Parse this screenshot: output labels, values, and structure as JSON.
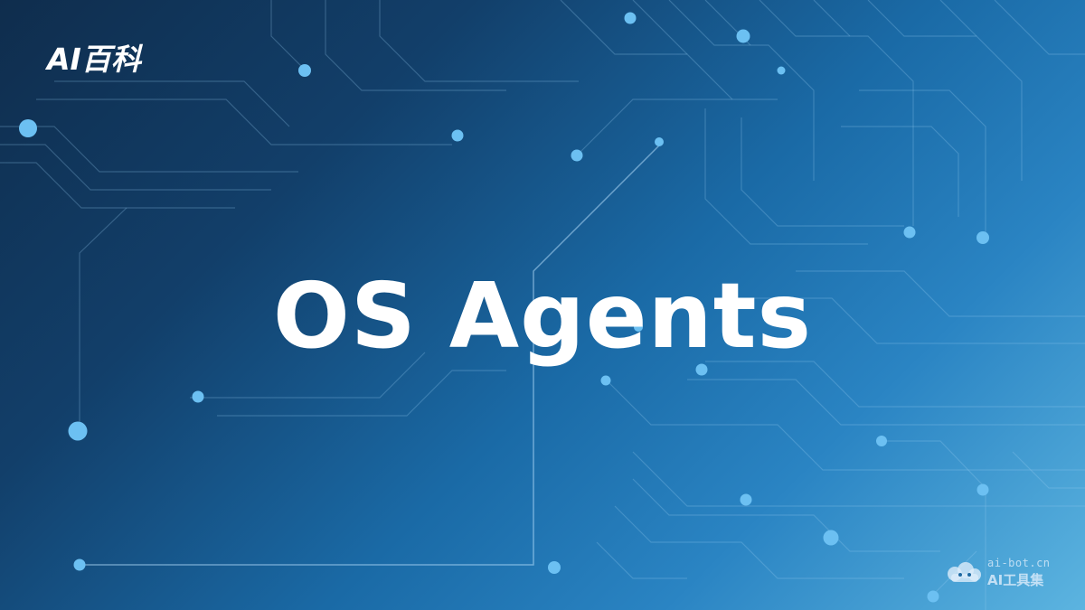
{
  "brand": {
    "logo_text": "AI百科"
  },
  "hero": {
    "title": "OS Agents"
  },
  "watermark": {
    "url": "ai-bot.cn",
    "name": "AI工具集"
  },
  "colors": {
    "bg_dark": "#0f2d4d",
    "bg_mid": "#1a6aa6",
    "bg_light": "#5cb4e0",
    "accent_dot": "#6cc0f2",
    "text": "#ffffff"
  },
  "icons": {
    "watermark": "cloud-robot-icon"
  }
}
